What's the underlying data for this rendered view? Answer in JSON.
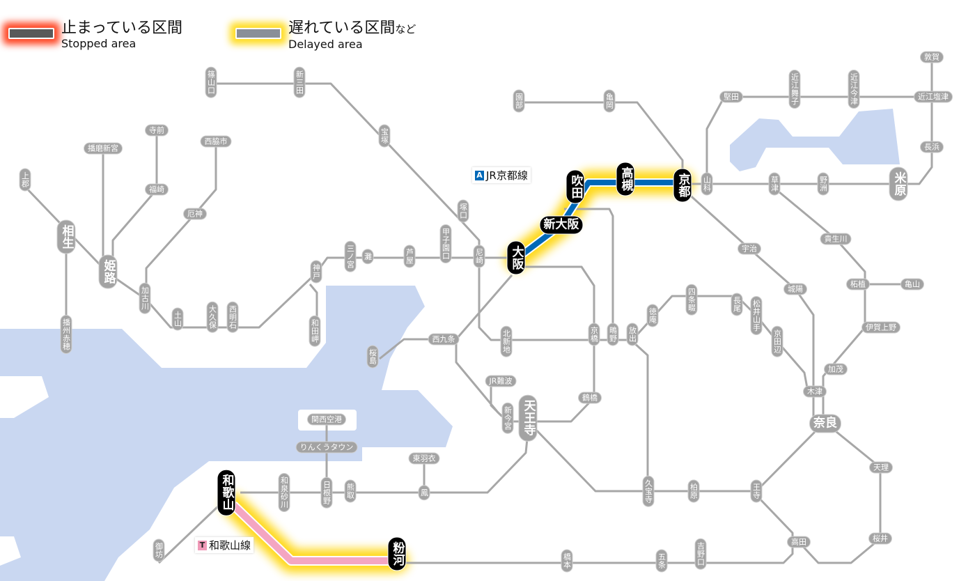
{
  "legend": {
    "stopped": {
      "ja": "止まっている区間",
      "en": "Stopped area",
      "color": "#ff2800"
    },
    "delayed": {
      "ja": "遅れている区間",
      "ja_suffix": "など",
      "en": "Delayed area",
      "color": "#ffd700"
    }
  },
  "line_labels": {
    "kyoto": {
      "badge": "A",
      "name": "JR京都線",
      "color": "#0068b7"
    },
    "wakayama": {
      "badge": "T",
      "name": "和歌山線",
      "color": "#f09ab8"
    }
  },
  "affected_lines": [
    {
      "name": "JR京都線",
      "status": "delayed",
      "from": "大阪",
      "to": "京都"
    },
    {
      "name": "和歌山線",
      "status": "delayed",
      "from": "和歌山",
      "to": "粉河"
    }
  ],
  "stations": {
    "sasayamaguchi": "篠山口",
    "shinsanda": "新三田",
    "takarazuka": "宝塚",
    "tsukaguchi": "塚口",
    "amagasaki": "尼崎",
    "koshienguchi": "甲子園口",
    "ashiya": "芦屋",
    "nada": "灘",
    "sannomiya": "三ノ宮",
    "kobe": "神戸",
    "wadamisaki": "和田岬",
    "nishiakashi": "西明石",
    "okubo": "大久保",
    "tsuchiyama": "土山",
    "kakogawa": "加古川",
    "yakujin": "厄神",
    "nishiwakishi": "西脇市",
    "teramae": "寺前",
    "fukusaki": "福崎",
    "harimashingu": "播磨新宮",
    "kamigori": "上郡",
    "aioi": "相生",
    "himeji": "姫路",
    "banshuako": "播州赤穂",
    "nishikujo": "西九条",
    "sakurajima": "桜島",
    "kitashinchi": "北新地",
    "kyobashi": "京橋",
    "shigino": "鴫野",
    "hanaten": "放出",
    "tokuan": "徳庵",
    "shijonawate": "四条畷",
    "nagao": "長尾",
    "matsuiyamate": "松井山手",
    "kyotanabe": "京田辺",
    "kizu": "木津",
    "kamo": "加茂",
    "nara": "奈良",
    "joyo": "城陽",
    "uji": "宇治",
    "igaueno": "伊賀上野",
    "tsuge": "柘植",
    "kameyama": "亀山",
    "kibukawa": "貴生川",
    "kusatsu": "草津",
    "yasu": "野洲",
    "maibara": "米原",
    "nagahama": "長浜",
    "omishiotsu": "近江塩津",
    "tsuruga": "敦賀",
    "omiimazu": "近江今津",
    "omimaiko": "近江舞子",
    "katata": "堅田",
    "yamashina": "山科",
    "sonobe": "園部",
    "kameoka": "亀岡",
    "jrnamba": "JR難波",
    "shinimamiya": "新今宮",
    "tsuruhashi": "鶴橋",
    "kansaiairport": "関西空港",
    "rinkutown": "りんくうタウン",
    "hineno": "日根野",
    "kumatori": "熊取",
    "higashihagoromo": "東羽衣",
    "otori": "鳳",
    "izumisunagawa": "和泉砂川",
    "gobo": "御坊",
    "hashimoto": "橋本",
    "gojo": "五条",
    "yoshinoguchi": "吉野口",
    "takada": "高田",
    "sakurai": "桜井",
    "tenri": "天理",
    "oji": "王寺",
    "kashiwara": "柏原",
    "kyuhoji": "久宝寺",
    "tennoji": "天王寺",
    "osaka": "大阪",
    "shinosaka": "新大阪",
    "suita": "吹田",
    "takatsuki": "高槻",
    "kyoto": "京都",
    "wakayama": "和歌山",
    "kokawa": "粉河"
  }
}
